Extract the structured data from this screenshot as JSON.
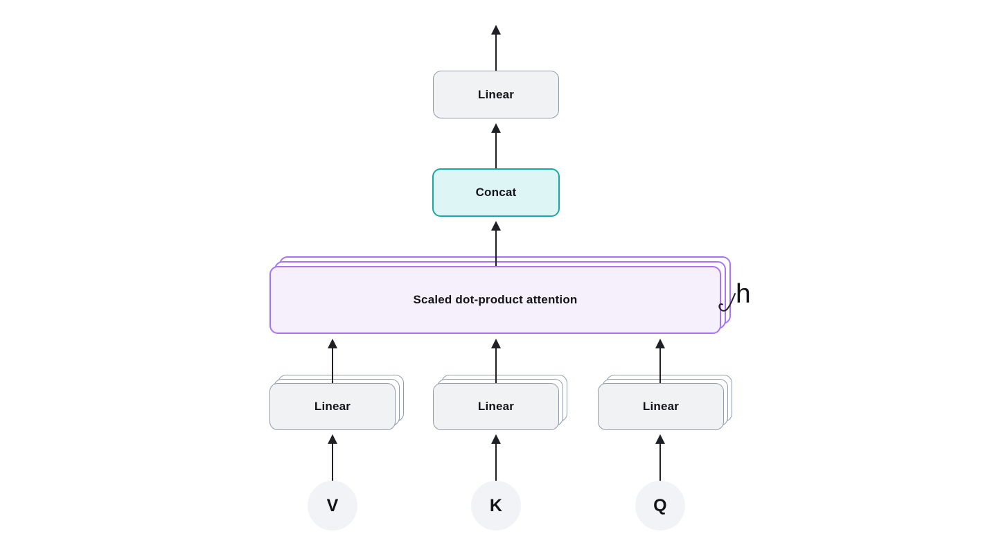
{
  "diagram": {
    "name": "multi-head-attention-diagram",
    "nodes": {
      "output_linear": {
        "label": "Linear"
      },
      "concat": {
        "label": "Concat"
      },
      "attention": {
        "label": "Scaled dot-product attention",
        "multiplicity": "h"
      },
      "linear_v": {
        "label": "Linear"
      },
      "linear_k": {
        "label": "Linear"
      },
      "linear_q": {
        "label": "Linear"
      },
      "input_v": {
        "label": "V"
      },
      "input_k": {
        "label": "K"
      },
      "input_q": {
        "label": "Q"
      }
    }
  },
  "colors": {
    "canvas_bg": "#ffffff",
    "node_fill": "#f1f2f4",
    "node_border": "#909aa9",
    "concat_fill": "#ddf6f5",
    "concat_border": "#16a9a3",
    "attention_fill": "#f6f0fd",
    "attention_border": "#a873f2",
    "circle_fill": "#f2f3f6",
    "arrow": "#1f1f26",
    "text": "#131318"
  }
}
